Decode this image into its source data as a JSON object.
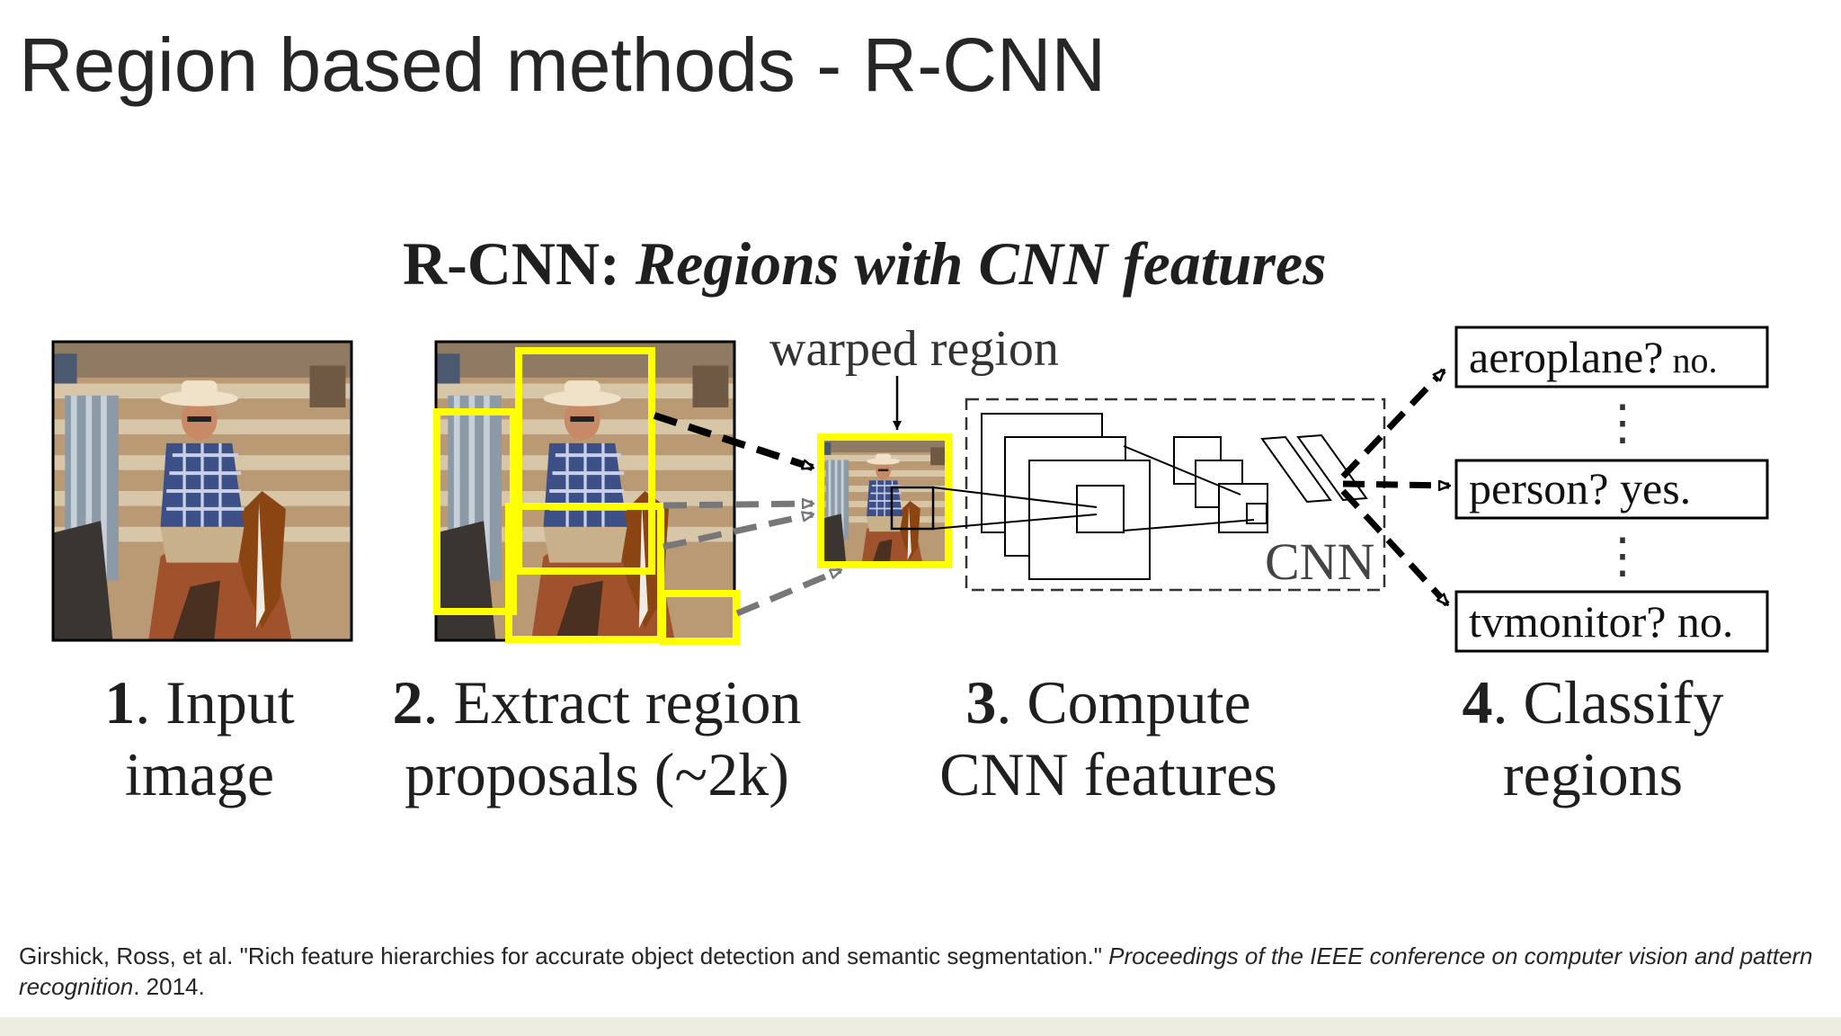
{
  "slide": {
    "title": "Region based methods - R-CNN"
  },
  "figure": {
    "title_prefix": "R-CNN:",
    "title_italic": " Regions with CNN features",
    "warped_label": "warped region",
    "cnn_label": "CNN",
    "dots": "⋮",
    "classes": [
      {
        "name": "aeroplane?",
        "answer": " no."
      },
      {
        "name": "person?",
        "answer": " yes."
      },
      {
        "name": "tvmonitor?",
        "answer": " no."
      }
    ],
    "steps": [
      {
        "num": "1",
        "line1": ". Input",
        "line2": "image"
      },
      {
        "num": "2",
        "line1": ". Extract region",
        "line2": "proposals (~2k)"
      },
      {
        "num": "3",
        "line1": ". Compute",
        "line2": "CNN features"
      },
      {
        "num": "4",
        "line1": ". Classify",
        "line2": "regions"
      }
    ],
    "colors": {
      "proposal_box": "#ffff00",
      "ink": "#000000"
    }
  },
  "citation": {
    "authors_title": "Girshick, Ross, et al. \"Rich feature hierarchies for accurate object detection and semantic segmentation.\" ",
    "venue": "Proceedings of the IEEE conference on computer vision and pattern recognition",
    "year": ". 2014."
  }
}
